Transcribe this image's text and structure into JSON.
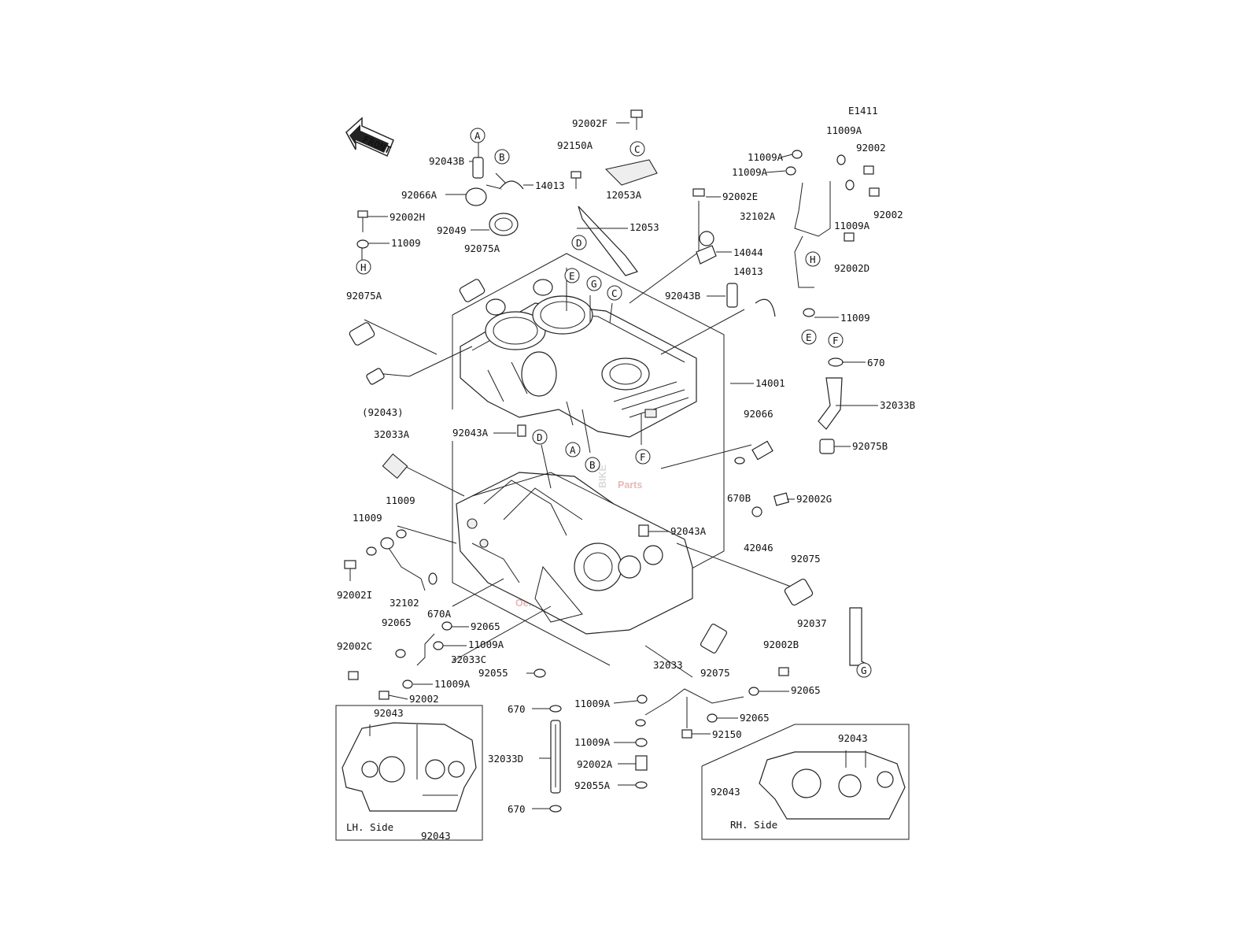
{
  "diagram_code": "E1411",
  "front_label": "FRONT",
  "watermark": {
    "a": "Oem",
    "b": "BIKE",
    "c": "Parts"
  },
  "insets": {
    "lh": "LH. Side",
    "rh": "RH. Side"
  },
  "parts": {
    "p92043B_1": "92043B",
    "p92066A": "92066A",
    "p92002H": "92002H",
    "p92049": "92049",
    "p11009_tl": "11009",
    "p14013_1": "14013",
    "p92075A_1": "92075A",
    "p92002F": "92002F",
    "p92150A": "92150A",
    "p12053A": "12053A",
    "p12053": "12053",
    "p92002E": "92002E",
    "p14044": "14044",
    "p11009A_1": "11009A",
    "p11009A_2": "11009A",
    "p11009A_3": "11009A",
    "p11009A_4": "11009A",
    "p92002_a": "92002",
    "p92002_b": "92002",
    "p32102A": "32102A",
    "p92002D": "92002D",
    "p11009_r": "11009",
    "p92043B_2": "92043B",
    "p14013_2": "14013",
    "p92075A_2": "92075A",
    "p670_r": "670",
    "p14001": "14001",
    "p92043_paren": "(92043)",
    "p32033B": "32033B",
    "p92066": "92066",
    "p92075B": "92075B",
    "p92043A_1": "92043A",
    "p32033A": "32033A",
    "p670B": "670B",
    "p92002G": "92002G",
    "p11009_l1": "11009",
    "p11009_l2": "11009",
    "p92043A_2": "92043A",
    "p42046": "42046",
    "p92002I": "92002I",
    "p32102": "32102",
    "p670A": "670A",
    "p92075_1": "92075",
    "p92065_1": "92065",
    "p92065_2": "92065",
    "p92037": "92037",
    "p92002C": "92002C",
    "p11009A_5": "11009A",
    "p32033C": "32033C",
    "p92055": "92055",
    "p92002B": "92002B",
    "p32033": "32033",
    "p92075_2": "92075",
    "p11009A_6": "11009A",
    "p92002_c": "92002",
    "p92065_3": "92065",
    "p670_b1": "670",
    "p11009A_7": "11009A",
    "p92065_4": "92065",
    "p92150": "92150",
    "p11009A_8": "11009A",
    "p32033D": "32033D",
    "p92002A": "92002A",
    "p92055A": "92055A",
    "p670_b2": "670",
    "p92043_lh1": "92043",
    "p92043_lh2": "92043",
    "p92043_rh1": "92043",
    "p92043_rh2": "92043"
  },
  "callouts": {
    "A1": "A",
    "B1": "B",
    "C1": "C",
    "D1": "D",
    "H1": "H",
    "E1": "E",
    "G1": "G",
    "C2": "C",
    "H2": "H",
    "E2": "E",
    "F1": "F",
    "A2": "A",
    "B2": "B",
    "F2": "F",
    "D2": "D",
    "G2": "G"
  }
}
